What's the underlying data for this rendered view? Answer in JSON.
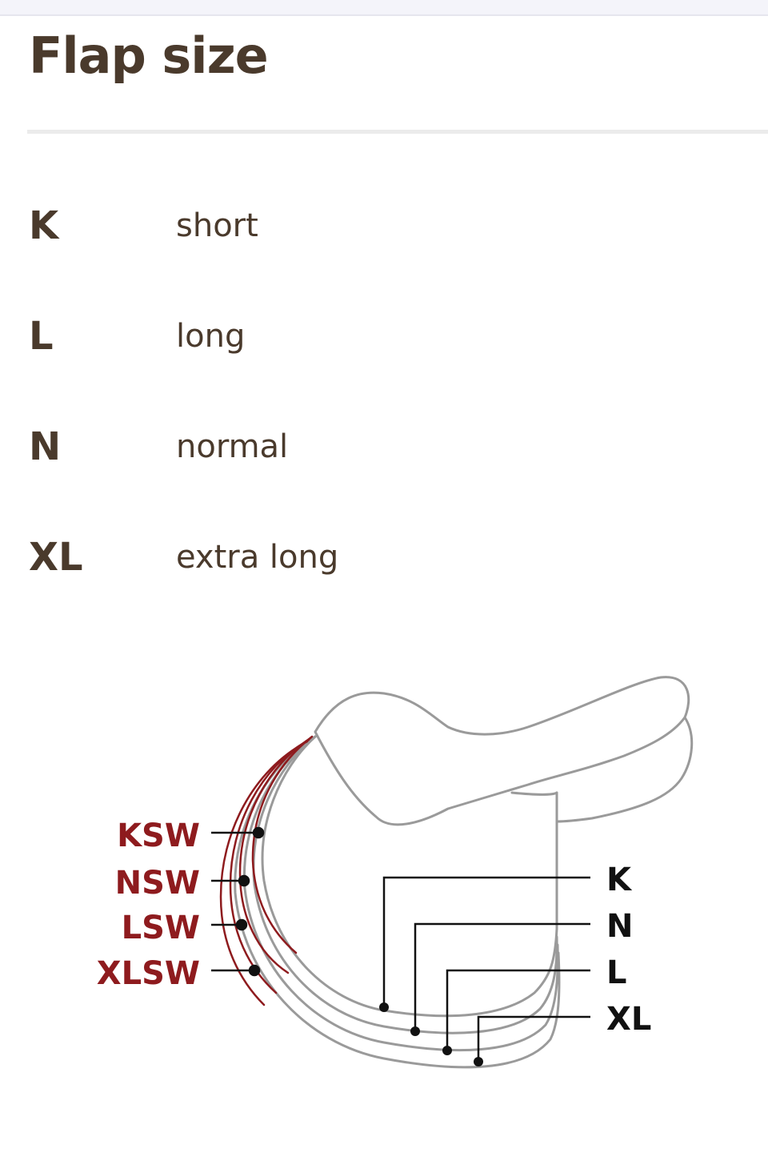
{
  "page": {
    "title": "Flap size"
  },
  "sizes": [
    {
      "code": "K",
      "description": "short"
    },
    {
      "code": "L",
      "description": "long"
    },
    {
      "code": "N",
      "description": "normal"
    },
    {
      "code": "XL",
      "description": "extra long"
    }
  ],
  "diagram": {
    "left_labels": [
      "KSW",
      "NSW",
      "LSW",
      "XLSW"
    ],
    "right_labels": [
      "K",
      "N",
      "L",
      "XL"
    ],
    "colors": {
      "left_label": "#8e1b1e",
      "right_label": "#111111",
      "saddle_outline": "#9a9a9a",
      "sw_lines": "#8e1b1e",
      "title_text": "#4a3a2c"
    }
  }
}
